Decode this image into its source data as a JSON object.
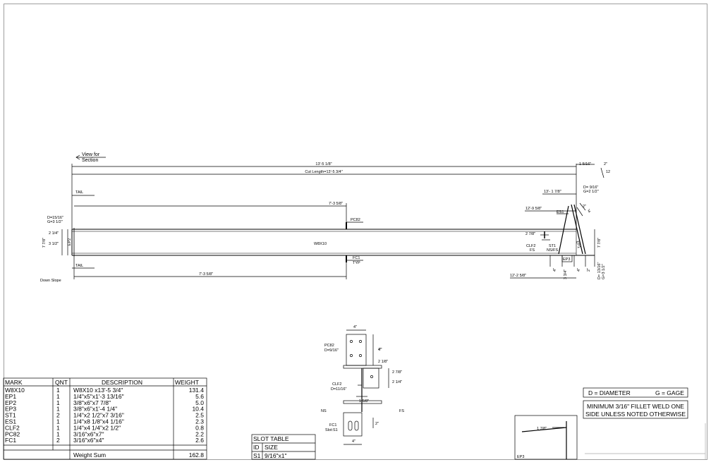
{
  "main_view": {
    "view_for_section": [
      "View for",
      "Section"
    ],
    "overall_dim": "13'-5 1/8\"",
    "cut_length": "Cut Length=13'-5 3/4\"",
    "tail_top": "TAIL",
    "tail_bottom": "TAIL",
    "dim_pc82": "7'-3 5/8\"",
    "dim_fc1": "7'-3 5/8\"",
    "pc82": "PC82",
    "fc1": "FC1",
    "typ": "TYP",
    "member": "W8X10",
    "left_d": "D=15/16\"",
    "left_g": "G=3 1/2\"",
    "dim_2_14": "2 1/4\"",
    "dim_3_12": "3 1/2\"",
    "dim_7_78_left": "7 7/8\"",
    "ep2": "EP2",
    "down_slope": "Down Slope",
    "dim_1_516": "1 5/16\"",
    "slope_rise": "2\"",
    "slope_run": "12",
    "right_d": "D= 9/16\"",
    "right_g": "G=2 1/2\"",
    "dim_13_178": "13'- 1 7/8\"",
    "dim_12_958": "12'-9 5/8\"",
    "dim_12_258": "12'-2 5/8\"",
    "es1": "ES1",
    "ep1": "EP1",
    "dim_2": "2\"",
    "dim_4": "4\"",
    "dim_2_78": "2 7/8\"",
    "clf2": "CLF2",
    "fs": "FS",
    "st1": "ST1",
    "nsfs": "NS/FS",
    "ep3": "EP3",
    "dim_7_78_right": "7 7/8\"",
    "bot_dims": [
      "4\"",
      "3 3/4\"",
      "4\"",
      "2\""
    ],
    "bot_d": "D= 13/16\"",
    "bot_g": "G=3 1/2\""
  },
  "section_view": {
    "dim_4_top": "4\"",
    "dim_4_side": "4\"",
    "pc82": "PC82",
    "pc82_d": "D=9/16\"",
    "dim_2_18": "2 1/8\"",
    "dim_2_78": "2 7/8\"",
    "dim_2_14": "2 1/4\"",
    "clf2": "CLF2",
    "clf2_d": "D=11/16\"",
    "dim_1_58": "1 5/8\"",
    "ns": "NS",
    "fs": "FS",
    "fc1": "FC1",
    "slot": "Slot:S1",
    "dim_2": "2\"",
    "dim_4_bottom": "4\""
  },
  "bill_of_materials": {
    "headers": [
      "MARK",
      "QNT",
      "DESCRIPTION",
      "WEIGHT"
    ],
    "rows": [
      [
        "W8X10",
        "1",
        "W8X10 x13'-5 3/4\"",
        "131.4"
      ],
      [
        "EP1",
        "1",
        "1/4\"x5\"x1'-3 13/16\"",
        "5.6"
      ],
      [
        "EP2",
        "1",
        "3/8\"x6\"x7 7/8\"",
        "5.0"
      ],
      [
        "EP3",
        "1",
        "3/8\"x6\"x1'-4 1/4\"",
        "10.4"
      ],
      [
        "ST1",
        "2",
        "1/4\"x2 1/2\"x7 3/16\"",
        "2.5"
      ],
      [
        "ES1",
        "1",
        "1/4\"x8 1/8\"x4 1/16\"",
        "2.3"
      ],
      [
        "CLF2",
        "1",
        "1/4\"x4 1/4\"x2 1/2\"",
        "0.8"
      ],
      [
        "PC82",
        "1",
        "3/16\"x6\"x7\"",
        "2.2"
      ],
      [
        "FC1",
        "2",
        "3/16\"x6\"x4\"",
        "2.6"
      ]
    ],
    "sum_label": "Weight Sum",
    "sum_value": "162.8"
  },
  "slot_table": {
    "title": "SLOT TABLE",
    "headers": [
      "ID",
      "SIZE"
    ],
    "row": [
      "S1",
      "9/16\"x1\""
    ]
  },
  "notes": {
    "diameter": "D = DIAMETER",
    "gage": "G = GAGE",
    "weld_line1": "MINIMUM 3/16\" FILLET WELD ONE",
    "weld_line2": "SIDE UNLESS NOTED OTHERWISE"
  },
  "ep3_detail": {
    "dim": "1 7/8\"",
    "label": "EP3"
  }
}
